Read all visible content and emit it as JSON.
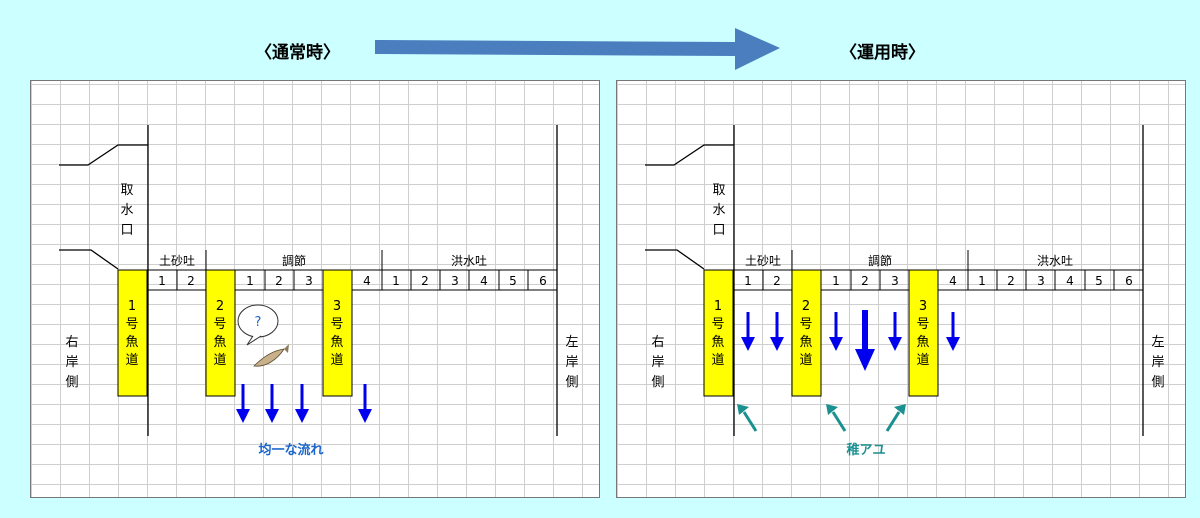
{
  "header": {
    "left_title": "〈通常時〉",
    "right_title": "〈運用時〉"
  },
  "labels": {
    "intake": [
      "取",
      "水",
      "口"
    ],
    "right_bank": [
      "右",
      "岸",
      "側"
    ],
    "left_bank": [
      "左",
      "岸",
      "側"
    ],
    "sediment_gate": "土砂吐",
    "regulating_gate": "調節",
    "flood_gate": "洪水吐",
    "fishway1": [
      "1",
      "号",
      "魚",
      "道"
    ],
    "fishway2": [
      "2",
      "号",
      "魚",
      "道"
    ],
    "fishway3": [
      "3",
      "号",
      "魚",
      "道"
    ],
    "gate_numbers": {
      "sediment": [
        "1",
        "2"
      ],
      "regulating": [
        "1",
        "2",
        "3"
      ],
      "regulating_4": "4",
      "flood": [
        "1",
        "2",
        "3",
        "4",
        "5",
        "6"
      ]
    },
    "question_mark": "?"
  },
  "captions": {
    "normal": "均一な流れ",
    "operation": "稚アユ"
  },
  "colors": {
    "background": "#ccffff",
    "fishway_fill": "#ffff00",
    "flow_arrow": "#0000ee",
    "juvenile_arrow": "#1a9090",
    "transition_arrow": "#4a7ebf"
  }
}
